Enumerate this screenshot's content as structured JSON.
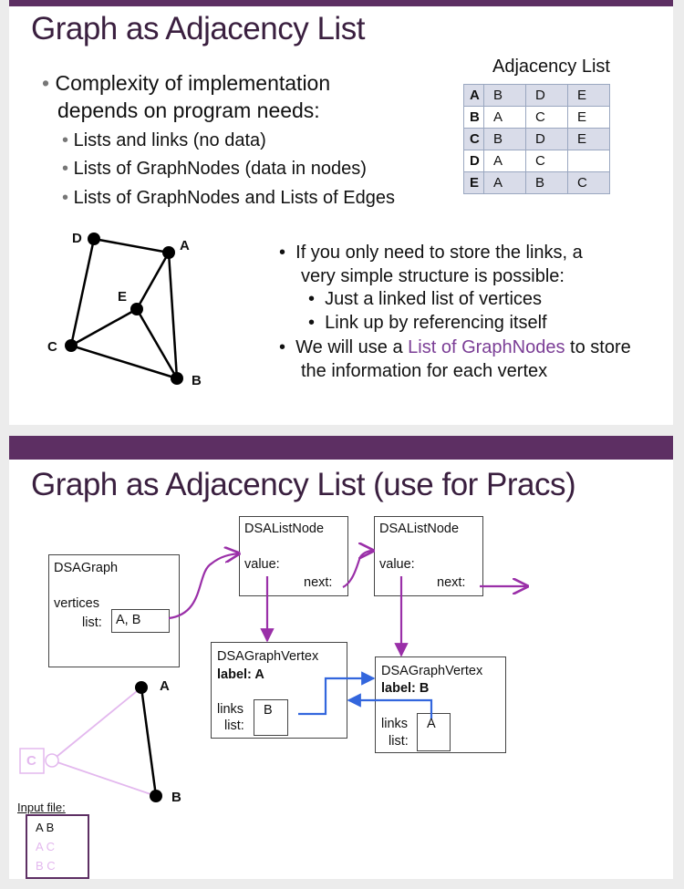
{
  "slide1": {
    "title": "Graph as Adjacency List",
    "bullet_main_1": "Complexity of implementation",
    "bullet_main_2": "depends on program needs:",
    "sub_bullets": [
      "Lists and links (no data)",
      "Lists of GraphNodes (data in nodes)",
      "Lists of GraphNodes and Lists of Edges"
    ],
    "table_title": "Adjacency List",
    "table_rows": [
      [
        "A",
        "B",
        "D",
        "E"
      ],
      [
        "B",
        "A",
        "C",
        "E"
      ],
      [
        "C",
        "B",
        "D",
        "E"
      ],
      [
        "D",
        "A",
        "C",
        ""
      ],
      [
        "E",
        "A",
        "B",
        "C"
      ]
    ],
    "graph_labels": {
      "A": "A",
      "B": "B",
      "C": "C",
      "D": "D",
      "E": "E"
    },
    "right_bullets": {
      "b1_line1": "If you only need to store the links, a",
      "b1_line2": "very simple structure is possible:",
      "b1_sub1": "Just a linked list of vertices",
      "b1_sub2": "Link up by referencing itself",
      "b2_prefix": "We will use a ",
      "b2_highlight": "List of GraphNodes",
      "b2_suffix": " to store",
      "b2_line2": "the information for each vertex"
    },
    "colors": {
      "accent": "#5d2f63",
      "highlight": "#7b3e96",
      "table_header": "#d9dce9"
    }
  },
  "slide2": {
    "title": "Graph as Adjacency List (use for Pracs)",
    "dsagraph": {
      "name": "DSAGraph",
      "vertices": "vertices",
      "list_label": "list:",
      "list_value": "A, B"
    },
    "listnode1": {
      "name": "DSAListNode",
      "value": "value:",
      "next": "next:"
    },
    "listnode2": {
      "name": "DSAListNode",
      "value": "value:",
      "next": "next:"
    },
    "vertexA": {
      "name": "DSAGraphVertex",
      "label": "label: A",
      "links": "links",
      "list": "list:",
      "value": "B"
    },
    "vertexB": {
      "name": "DSAGraphVertex",
      "label": "label: B",
      "links": "links",
      "list": "list:",
      "value": "A"
    },
    "graph_labels": {
      "A": "A",
      "B": "B",
      "C": "C"
    },
    "input_file": {
      "label": "Input file:",
      "lines": [
        "A B",
        "A C",
        "B C"
      ]
    },
    "colors": {
      "purple_arrow": "#9a2fa8",
      "blue_arrow": "#3366dd",
      "faded": "#e3b8ee"
    }
  }
}
